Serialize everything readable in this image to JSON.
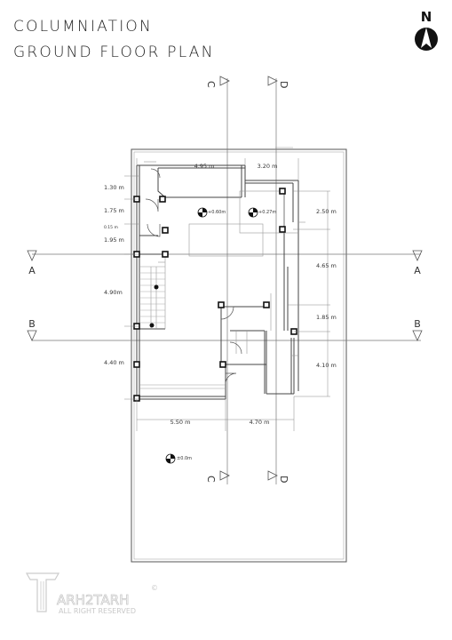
{
  "title": {
    "line1": "COLUMNIATION",
    "line2": "GROUND FLOOR PLAN"
  },
  "north_arrow": {
    "label": "N"
  },
  "section_markers": {
    "a": "A",
    "b": "B",
    "c": "C",
    "d": "D"
  },
  "dimensions": {
    "top_left": "4.95 m",
    "top_right": "3.20 m",
    "left_1": "1.30 m",
    "left_2": "1.75 m",
    "left_3": "0.15 m",
    "left_4": "1.95 m",
    "left_5": "4.90m",
    "left_6": "4.40 m",
    "right_1": "2.50 m",
    "right_2": "4.65 m",
    "right_3": "1.85 m",
    "right_4": "4.10 m",
    "bottom_left": "5.50 m",
    "bottom_right": "4.70 m"
  },
  "levels": {
    "level_1": "+0.60m",
    "level_2": "+0.27m",
    "level_3": "±0.0m"
  },
  "logo": {
    "name": "ARH2TARH",
    "tagline": "ALL RIGHT RESERVED",
    "mark": "©"
  },
  "colors": {
    "line": "#444444",
    "light_line": "#9a9a9a",
    "text": "#333333"
  }
}
